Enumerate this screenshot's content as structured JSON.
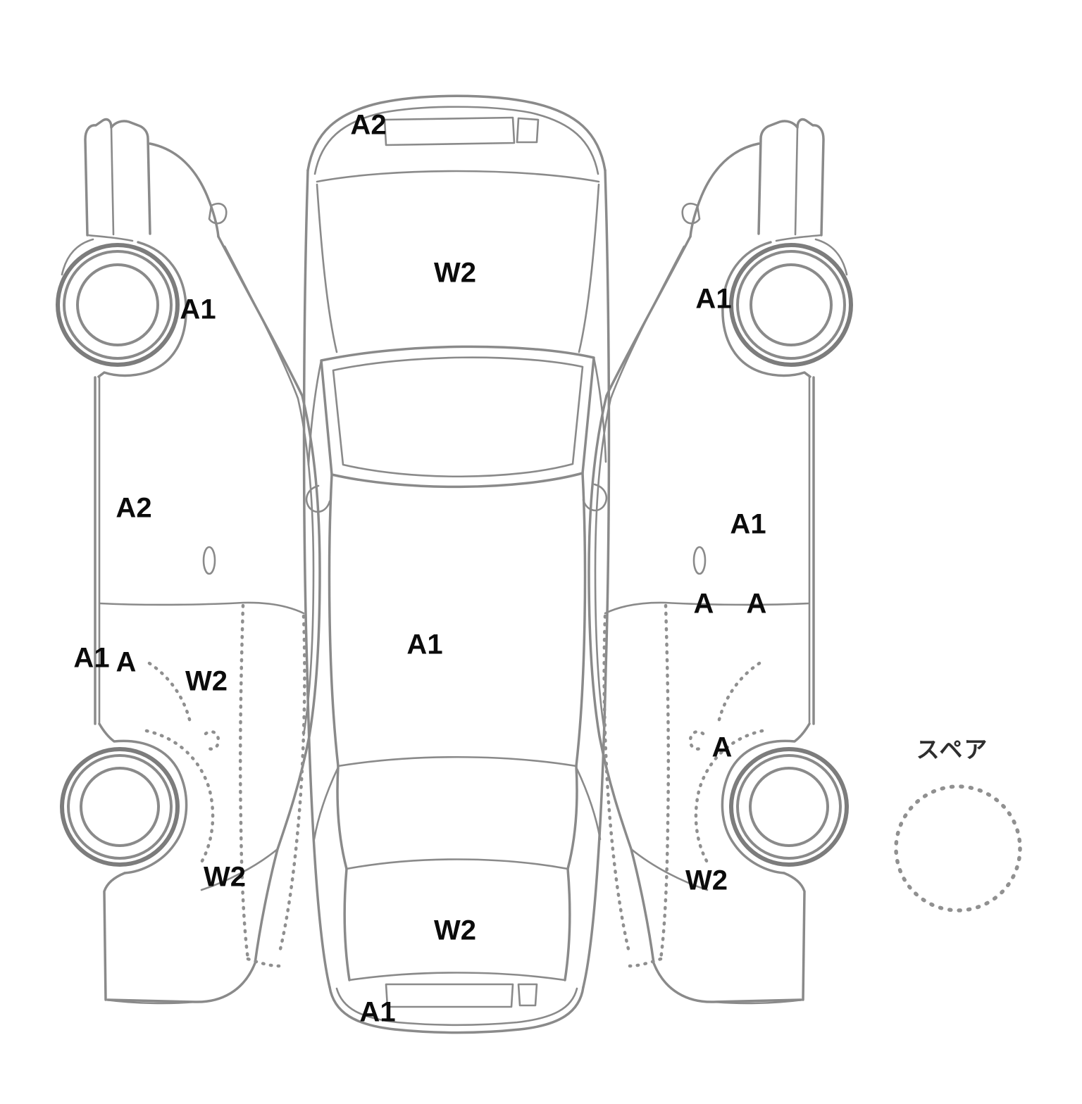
{
  "colors": {
    "background": "#ffffff",
    "line_art": "#8a8a8a",
    "label_text": "#0b0b0b"
  },
  "top_view": {
    "front_bumper_label": "A2",
    "hood_label": "W2",
    "roof_label": "A1",
    "trunk_label": "W2",
    "rear_bumper_label": "A1"
  },
  "left_side": {
    "front_fender_label": "A1",
    "front_door_label": "A2",
    "sill_label_1": "A1",
    "sill_label_2": "A",
    "door_lower_label": "W2",
    "rear_quarter_label": "W2"
  },
  "right_side": {
    "front_fender_label": "A1",
    "front_door_label": "A1",
    "door_label_1": "A",
    "door_label_2": "A",
    "rear_quarter_upper_label": "A",
    "rear_quarter_label": "W2"
  },
  "spare": {
    "label": "スペア"
  }
}
